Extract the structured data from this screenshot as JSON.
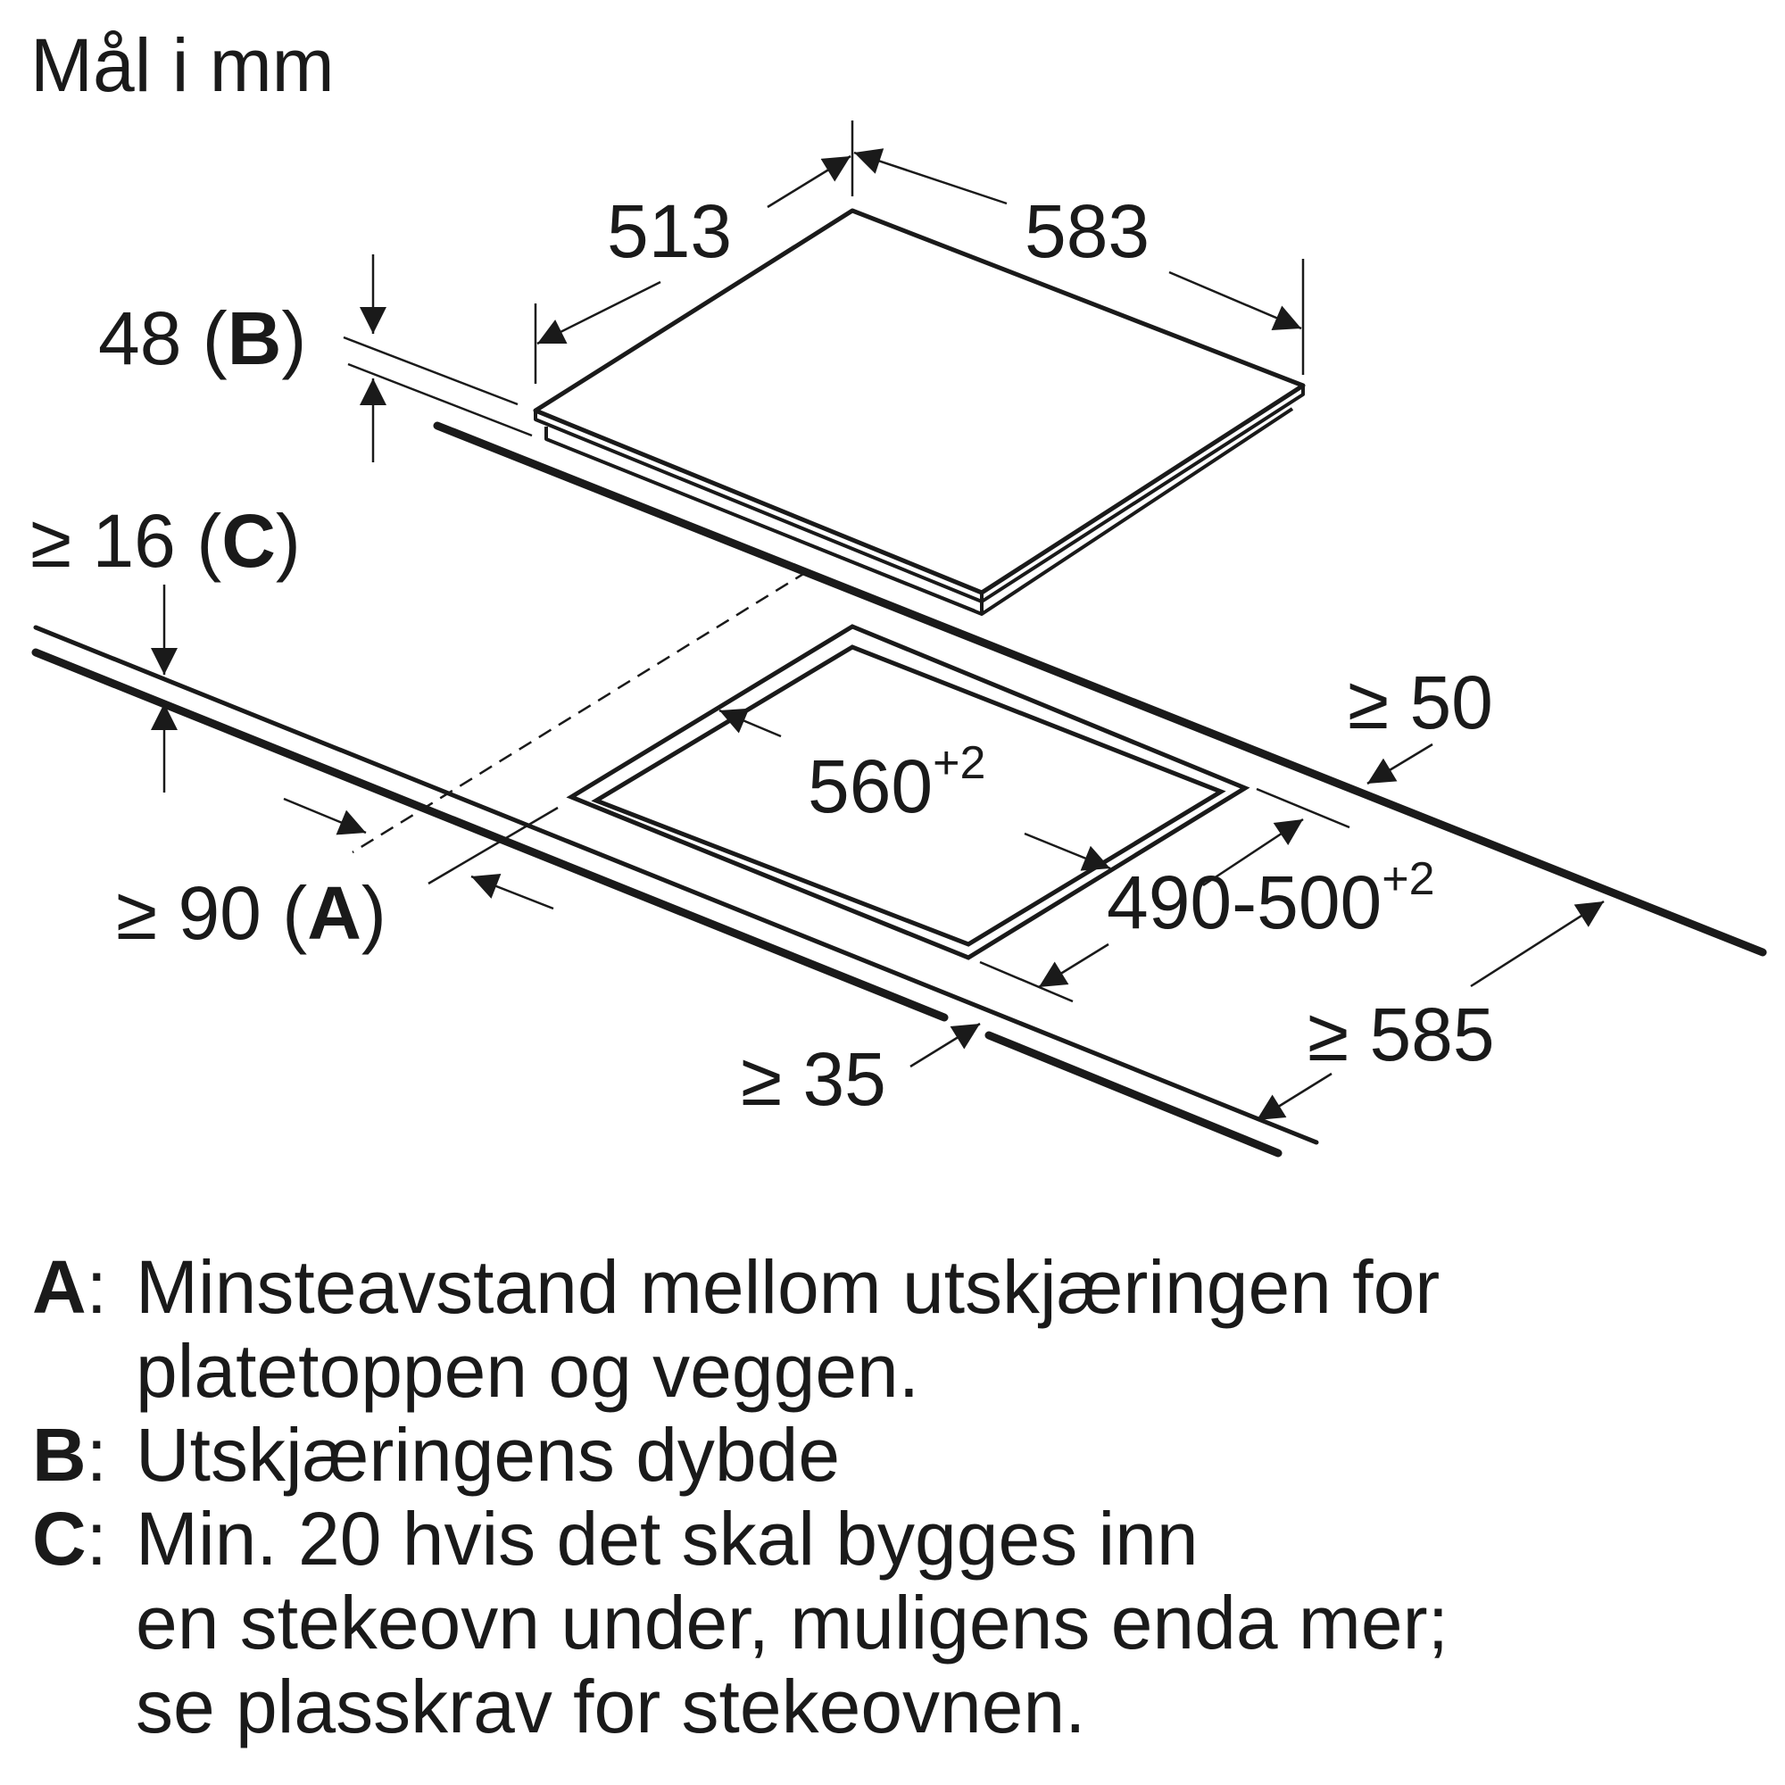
{
  "title": "Mål i mm",
  "dimensions": {
    "width_513": "513",
    "width_583": "583",
    "height_48": "48",
    "height_48_letter": "B",
    "thick_16_prefix": "≥ 16",
    "thick_16_letter": "C",
    "cutout_560": "560",
    "cutout_560_tol": "+2",
    "cutout_490": "490-500",
    "cutout_490_tol": "+2",
    "min_50": "≥ 50",
    "min_90_prefix": "≥ 90",
    "min_90_letter": "A",
    "min_35": "≥ 35",
    "min_585": "≥ 585"
  },
  "legend": [
    {
      "key": "A",
      "lines": [
        "Minsteavstand mellom utskjæringen for",
        "platetoppen og veggen."
      ]
    },
    {
      "key": "B",
      "lines": [
        "Utskjæringens dybde"
      ]
    },
    {
      "key": "C",
      "lines": [
        "Min. 20 hvis det skal bygges inn",
        "en stekeovn under, muligens enda mer;",
        "se plasskrav for stekeovnen."
      ]
    }
  ]
}
